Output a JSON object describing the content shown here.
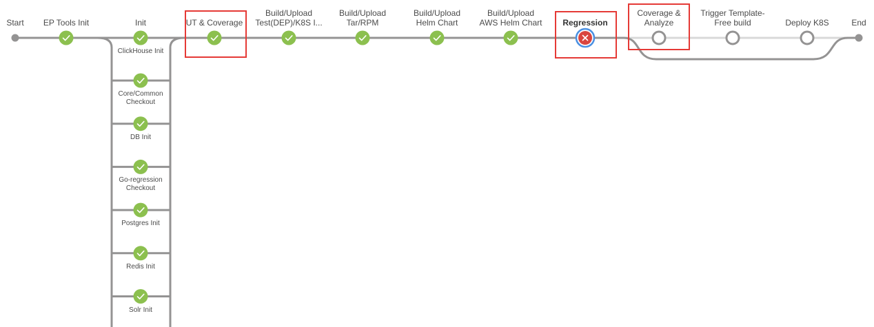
{
  "pipeline": {
    "start_label": "Start",
    "end_label": "End",
    "stages": [
      {
        "label_lines": [
          "EP Tools Init"
        ],
        "status": "success"
      },
      {
        "label_lines": [
          "Init"
        ],
        "status": "success"
      },
      {
        "label_lines": [
          "UT & Coverage"
        ],
        "status": "success",
        "highlighted": true
      },
      {
        "label_lines": [
          "Build/Upload",
          "Test(DEP)/K8S I..."
        ],
        "status": "success"
      },
      {
        "label_lines": [
          "Build/Upload",
          "Tar/RPM"
        ],
        "status": "success"
      },
      {
        "label_lines": [
          "Build/Upload",
          "Helm Chart"
        ],
        "status": "success"
      },
      {
        "label_lines": [
          "Build/Upload",
          "AWS Helm Chart"
        ],
        "status": "success"
      },
      {
        "label_lines": [
          "Regression"
        ],
        "status": "failed",
        "selected": true,
        "highlighted": true
      },
      {
        "label_lines": [
          "Coverage &",
          "Analyze"
        ],
        "status": "not_run",
        "highlighted": true
      },
      {
        "label_lines": [
          "Trigger Template-",
          "Free build"
        ],
        "status": "not_run"
      },
      {
        "label_lines": [
          "Deploy K8S"
        ],
        "status": "not_run"
      }
    ],
    "parallel_branches": [
      {
        "label_lines": [
          "ClickHouse Init"
        ],
        "status": "success"
      },
      {
        "label_lines": [
          "Core/Common",
          "Checkout"
        ],
        "status": "success"
      },
      {
        "label_lines": [
          "DB Init"
        ],
        "status": "success"
      },
      {
        "label_lines": [
          "Go-regression",
          "Checkout"
        ],
        "status": "success"
      },
      {
        "label_lines": [
          "Postgres Init"
        ],
        "status": "success"
      },
      {
        "label_lines": [
          "Redis Init"
        ],
        "status": "success"
      },
      {
        "label_lines": [
          "Solr Init"
        ],
        "status": "success"
      }
    ],
    "colors": {
      "success": "#8cc04f",
      "failed": "#d9453f",
      "selected_ring": "#4a90e2",
      "connector": "#949393",
      "connector_light": "#d8d8d8",
      "highlight": "#e53935"
    },
    "icons": {
      "success": "checkmark-icon",
      "failed": "cross-icon",
      "not_run": "empty-circle-icon"
    }
  }
}
